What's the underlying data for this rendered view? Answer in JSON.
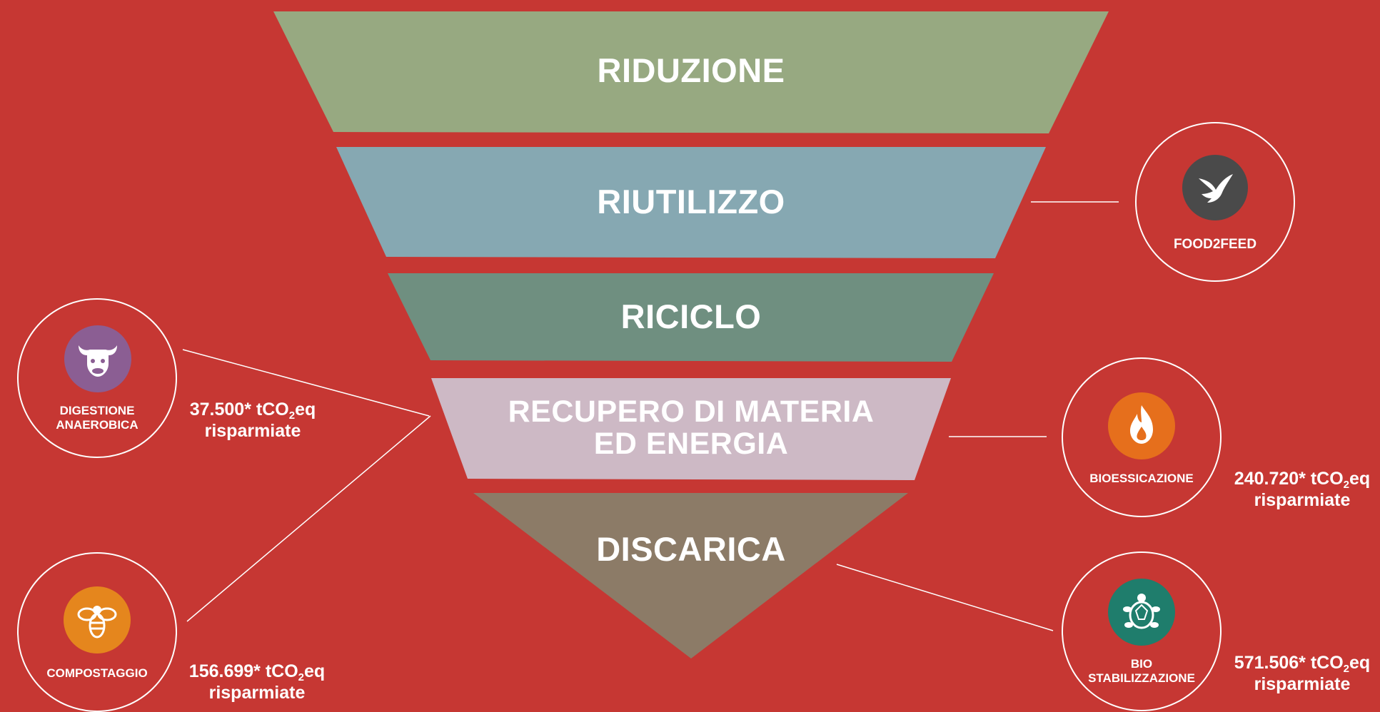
{
  "colors": {
    "background": "#c63733",
    "riduzione": "#97a981",
    "riutilizzo": "#86a8b2",
    "riciclo": "#6f8f80",
    "recupero": "#cdb9c5",
    "discarica": "#8c7b67",
    "digestione_badge": "#8b5e93",
    "compostaggio_badge": "#e5861d",
    "bioessicazione_badge": "#e66f1c",
    "biostabilizzazione_badge": "#1f7d6c",
    "food2feed_badge": "#4a4a4a"
  },
  "pyramid": {
    "riduzione": "RIDUZIONE",
    "riutilizzo": "RIUTILIZZO",
    "riciclo": "RICICLO",
    "recupero_line1": "RECUPERO DI MATERIA",
    "recupero_line2": "ED ENERGIA",
    "discarica": "DISCARICA"
  },
  "processes": {
    "food2feed": {
      "label": "FOOD2FEED",
      "icon": "bird-icon"
    },
    "digestione": {
      "label_line1": "DIGESTIONE",
      "label_line2": "ANAEROBICA",
      "icon": "cow-icon",
      "savings_value": "37.500* tCO",
      "savings_sub": "2",
      "savings_unit": "eq",
      "savings_word": "risparmiate"
    },
    "compostaggio": {
      "label": "COMPOSTAGGIO",
      "icon": "bee-icon",
      "savings_value": "156.699* tCO",
      "savings_sub": "2",
      "savings_unit": "eq",
      "savings_word": "risparmiate"
    },
    "bioessicazione": {
      "label": "BIOESSICAZIONE",
      "icon": "flame-icon",
      "savings_value": "240.720* tCO",
      "savings_sub": "2",
      "savings_unit": "eq",
      "savings_word": "risparmiate"
    },
    "biostabilizzazione": {
      "label_line1": "BIO",
      "label_line2": "STABILIZZAZIONE",
      "icon": "turtle-icon",
      "savings_value": "571.506* tCO",
      "savings_sub": "2",
      "savings_unit": "eq",
      "savings_word": "risparmiate"
    }
  }
}
